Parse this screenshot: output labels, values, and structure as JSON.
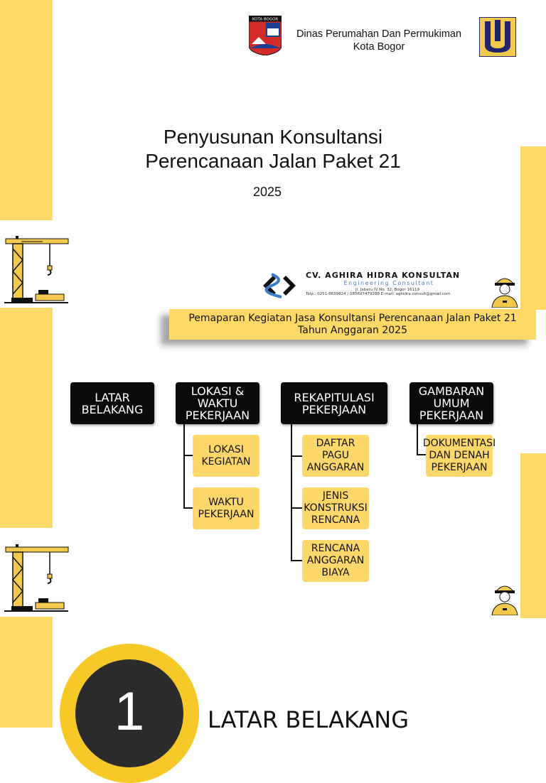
{
  "header": {
    "agency_name_line1": "Dinas Perumahan Dan Permukiman",
    "agency_name_line2": "Kota Bogor",
    "city_logo_text": "KOTA BOGOR",
    "ministry_logo": "pu-logo"
  },
  "title": {
    "line1": "Penyusunan Konsultansi",
    "line2": "Perencanaan Jalan Paket 21",
    "year": "2025"
  },
  "consultant": {
    "name": "CV. AGHIRA HIDRA KONSULTAN",
    "tagline": "Engineering Consultant",
    "address": "Jl. Jabaru IV No. 32, Bogor 16119",
    "contact": "Telp.: 0251-8639824 / 085697479288 E-mail: aghidra.consult@gmail.com"
  },
  "banner": {
    "line1": "Pemaparan Kegiatan Jasa Konsultansi Perencanaan Jalan Paket 21",
    "line2": "Tahun Anggaran 2025"
  },
  "org_chart": {
    "heads": [
      {
        "label": "LATAR BELAKANG"
      },
      {
        "label": "LOKASI & WAKTU PEKERJAAN"
      },
      {
        "label": "REKAPITULASI PEKERJAAN"
      },
      {
        "label": "GAMBARAN UMUM PEKERJAAN"
      }
    ],
    "children": {
      "lokasi": [
        "LOKASI KEGIATAN",
        "WAKTU PEKERJAAN"
      ],
      "rekap": [
        "DAFTAR PAGU ANGGARAN",
        "JENIS KONSTRUKSI RENCANA",
        "RENCANA ANGGARAN BIAYA"
      ],
      "gambaran": [
        "DOKUMENTASI DAN DENAH PEKERJAAN"
      ]
    }
  },
  "section": {
    "number": "1",
    "title": "LATAR BELAKANG"
  },
  "colors": {
    "accent_yellow": "#ffd966",
    "box_gold": "#fdd76a",
    "box_black": "#0a0a0a",
    "ring_yellow": "#f7c928"
  },
  "icons": [
    "crane-icon",
    "worker-icon",
    "city-crest-icon",
    "pu-logo-icon",
    "consultant-logo-icon"
  ]
}
